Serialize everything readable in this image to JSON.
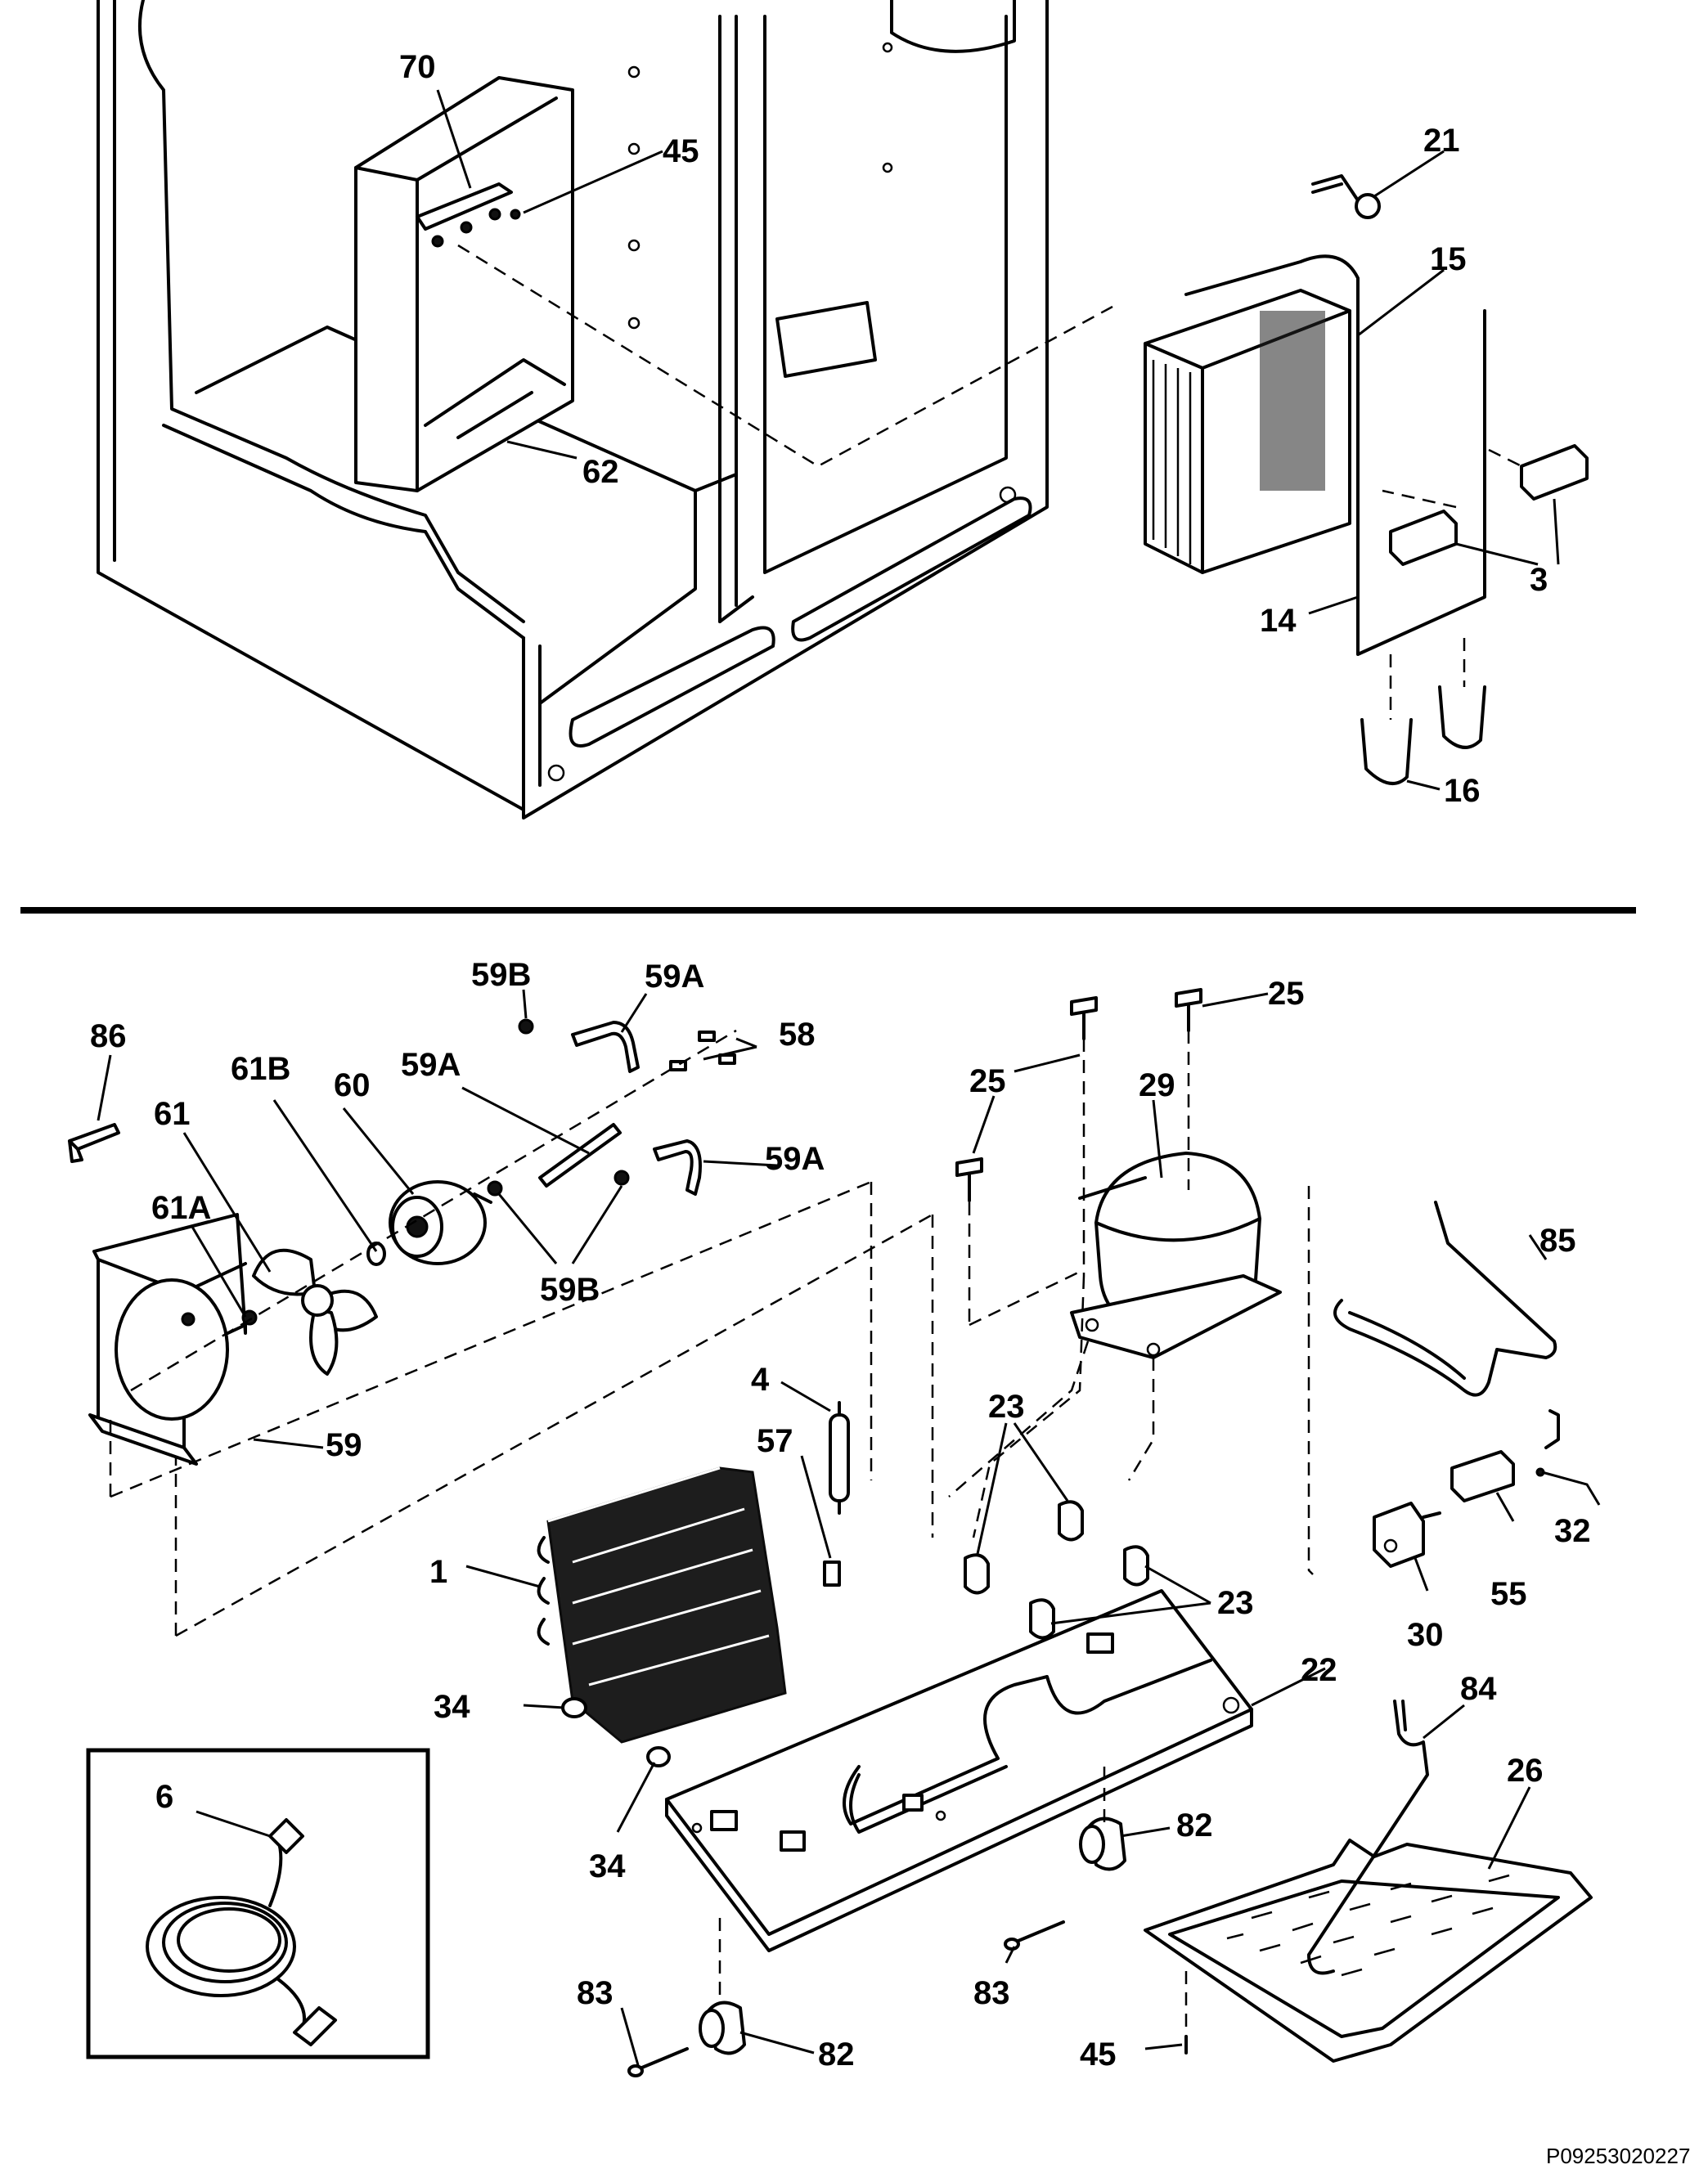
{
  "callouts": {
    "c70": "70",
    "c45a": "45",
    "c62": "62",
    "c21": "21",
    "c15": "15",
    "c3": "3",
    "c14": "14",
    "c16": "16",
    "c59B_top": "59B",
    "c59A_top": "59A",
    "c59A_mid": "59A",
    "c58": "58",
    "c86": "86",
    "c61B": "61B",
    "c60": "60",
    "c61": "61",
    "c59A_right": "59A",
    "c61A": "61A",
    "c59B_bot": "59B",
    "c59": "59",
    "c25a": "25",
    "c25b": "25",
    "c29": "29",
    "c85": "85",
    "c4": "4",
    "c57": "57",
    "c23a": "23",
    "c23b": "23",
    "c1": "1",
    "c32": "32",
    "c55": "55",
    "c30": "30",
    "c22": "22",
    "c34a": "34",
    "c34b": "34",
    "c84": "84",
    "c26": "26",
    "c6": "6",
    "c82a": "82",
    "c82b": "82",
    "c83a": "83",
    "c83b": "83",
    "c45b": "45"
  },
  "reference_code": "P09253020227"
}
